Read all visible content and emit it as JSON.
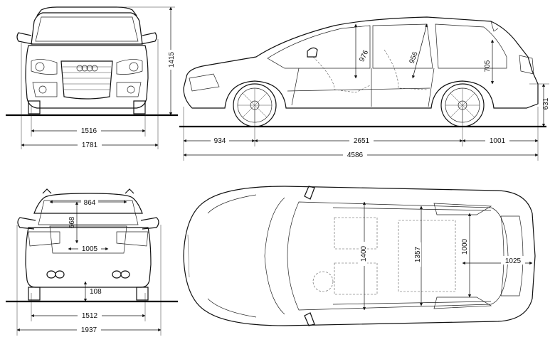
{
  "dimensions": {
    "front_track": "1516",
    "front_width": "1781",
    "height": "1415",
    "front_overhang": "934",
    "wheelbase": "2651",
    "rear_overhang": "1001",
    "overall_length": "4586",
    "ground_to_sill": "631",
    "front_headroom": "976",
    "rear_headroom": "956",
    "load_height": "705",
    "rear_window_width": "864",
    "rear_window_height": "668",
    "tailgate_opening_width": "1005",
    "ground_clearance": "108",
    "rear_track": "1512",
    "mirror_width": "1937",
    "front_shoulder_width": "1400",
    "rear_shoulder_width": "1357",
    "cargo_width": "1000",
    "cargo_length": "1025"
  }
}
